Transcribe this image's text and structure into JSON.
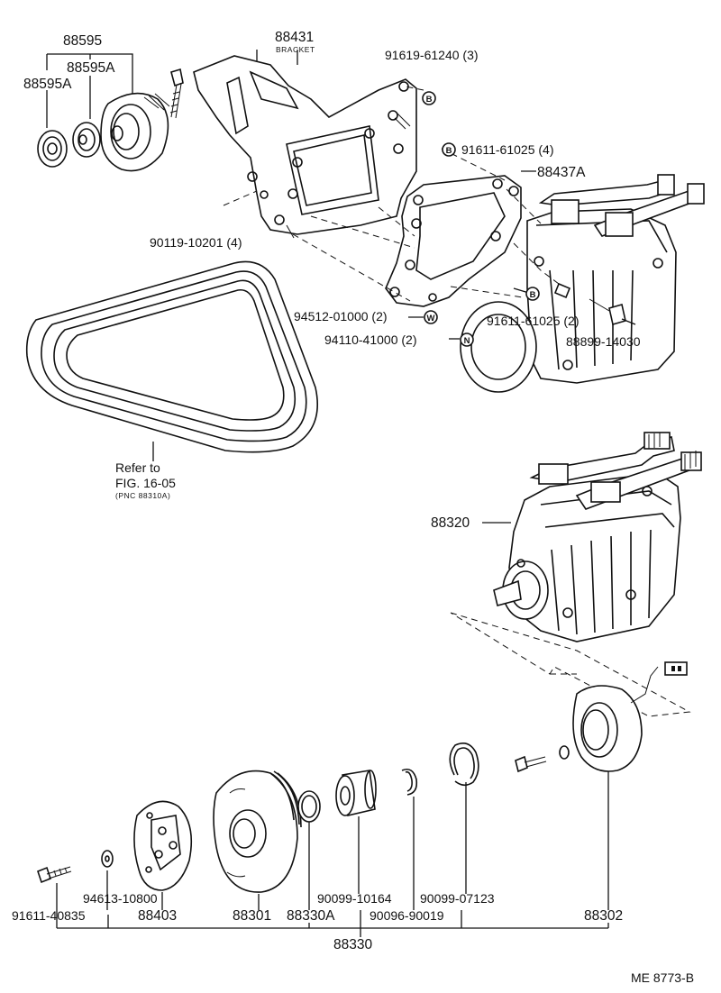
{
  "labels": {
    "p88595": "88595",
    "p88595A_1": "88595A",
    "p88595A_2": "88595A",
    "p88431": "88431",
    "bracket": "BRACKET",
    "p91619": "91619-61240 (3)",
    "p91611_a": "91611-61025 (4)",
    "p88437A": "88437A",
    "p90119": "90119-10201 (4)",
    "p94512": "94512-01000 (2)",
    "p91611_b": "91611-61025 (2)",
    "p94110": "94110-41000 (2)",
    "p88899": "88899-14030",
    "refer1": "Refer to",
    "refer2": "FIG. 16-05",
    "refer3": "(PNC 88310A)",
    "p88320": "88320",
    "p94613": "94613-10800",
    "p91611_c": "91611-40835",
    "p88403": "88403",
    "p88301": "88301",
    "p88330A": "88330A",
    "p90099_a": "90099-10164",
    "p90096": "90096-90019",
    "p90099_b": "90099-07123",
    "p88302": "88302",
    "p88330": "88330",
    "code": "ME 8773-B"
  },
  "tags": {
    "b1": "B",
    "b2": "B",
    "b3": "B",
    "w": "W",
    "n": "N"
  }
}
